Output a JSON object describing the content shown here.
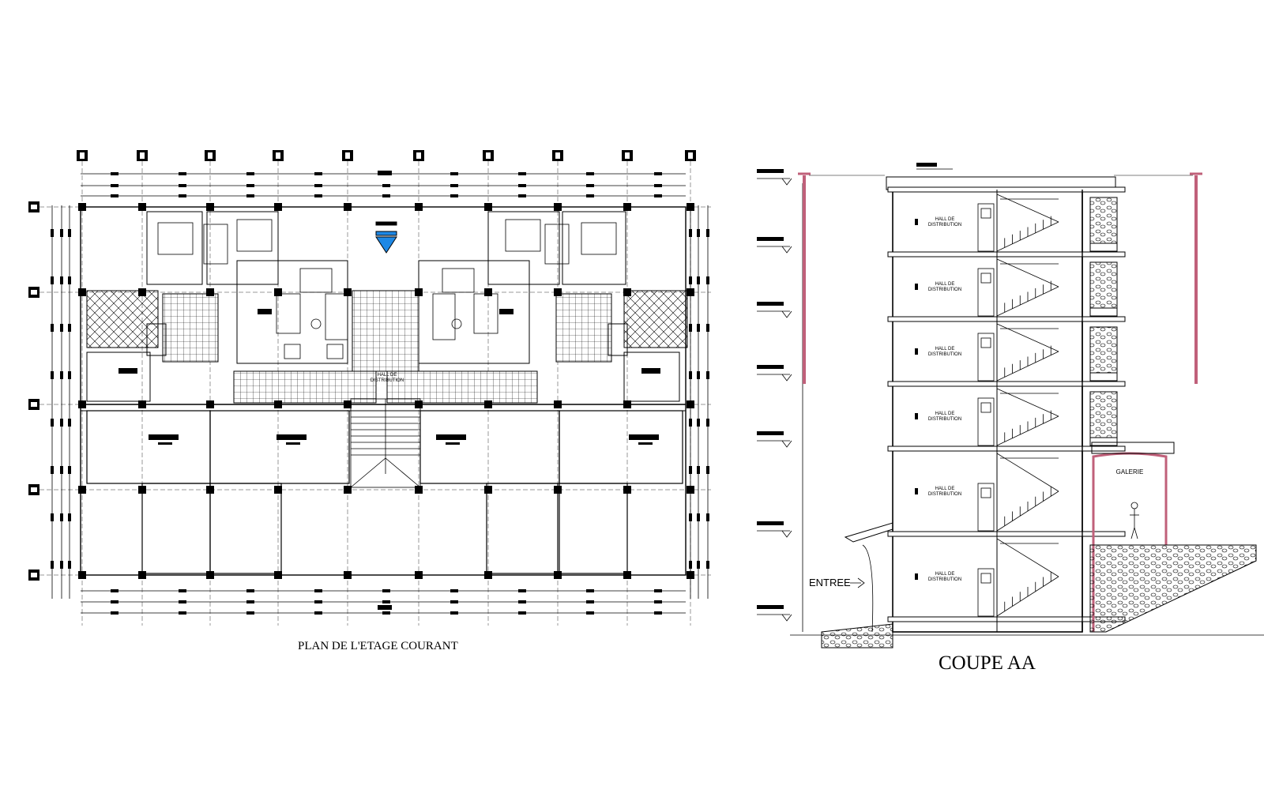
{
  "plan": {
    "title": "PLAN DE L'ETAGE COURANT",
    "hall_label_line1": "HALL DE",
    "hall_label_line2": "DISTRIBUTION"
  },
  "section": {
    "title": "COUPE AA",
    "floor_labels": [
      {
        "line1": "HALL DE",
        "line2": "DISTRIBUTION"
      },
      {
        "line1": "HALL DE",
        "line2": "DISTRIBUTION"
      },
      {
        "line1": "HALL DE",
        "line2": "DISTRIBUTION"
      },
      {
        "line1": "HALL DE",
        "line2": "DISTRIBUTION"
      },
      {
        "line1": "HALL DE",
        "line2": "DISTRIBUTION"
      },
      {
        "line1": "HALL DE",
        "line2": "DISTRIBUTION"
      }
    ],
    "galerie_label": "GALERIE",
    "entree_label": "ENTREE"
  },
  "colors": {
    "line": "#000000",
    "accent_pink": "#c0607a",
    "marker_blue": "#1e88e5"
  }
}
